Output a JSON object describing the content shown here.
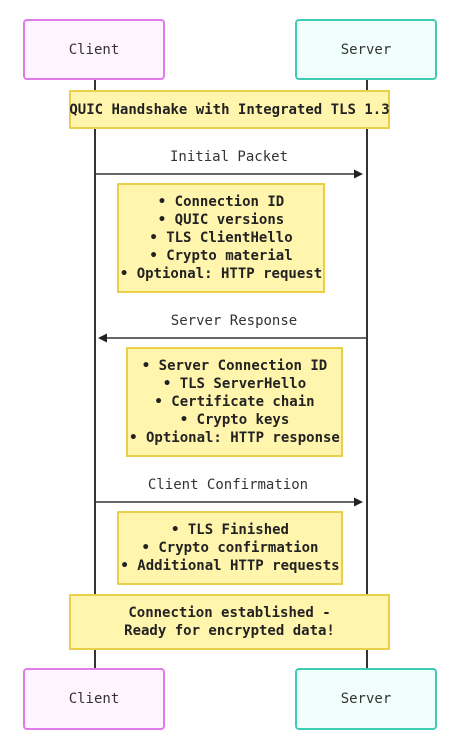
{
  "participants": {
    "client": "Client",
    "server": "Server"
  },
  "notes": {
    "header": "QUIC Handshake with Integrated TLS 1.3",
    "initial_details": [
      "• Connection ID",
      "• QUIC versions",
      "• TLS ClientHello",
      "• Crypto material",
      "• Optional: HTTP request"
    ],
    "response_details": [
      "• Server Connection ID",
      "• TLS ServerHello",
      "• Certificate chain",
      "• Crypto keys",
      "• Optional: HTTP response"
    ],
    "confirmation_details": [
      "• TLS Finished",
      "• Crypto confirmation",
      "• Additional HTTP requests"
    ],
    "final": [
      "Connection established -",
      "Ready for encrypted data!"
    ]
  },
  "messages": [
    {
      "label": "Initial Packet",
      "from": "client",
      "to": "server"
    },
    {
      "label": "Server Response",
      "from": "server",
      "to": "client"
    },
    {
      "label": "Client Confirmation",
      "from": "client",
      "to": "server"
    }
  ],
  "colors": {
    "client_border": "#e07ce8",
    "server_border": "#3ecdb4",
    "note_fill": "#fff5ad",
    "note_border": "#e9cf4a",
    "line": "#333333"
  }
}
